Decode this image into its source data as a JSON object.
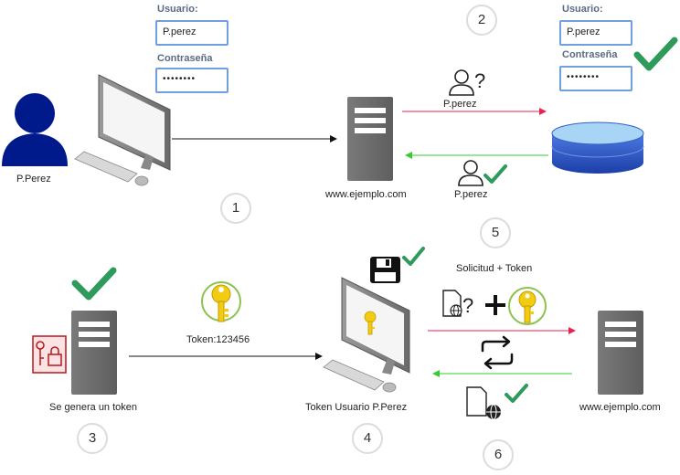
{
  "login_form_1": {
    "user_label": "Usuario:",
    "user_value": "P.perez",
    "pass_label": "Contraseña",
    "pass_value": "••••••••"
  },
  "login_form_2": {
    "user_label": "Usuario:",
    "user_value": "P.perez",
    "pass_label": "Contraseña",
    "pass_value": "••••••••"
  },
  "labels": {
    "user": "P.Perez",
    "server_top": "www.ejemplo.com",
    "query_user": "P.perez",
    "ok_user": "P.perez",
    "token": "Token:123456",
    "token_server": "Se genera un token",
    "client": "Token Usuario P.Perez",
    "server_bottom": "www.ejemplo.com",
    "request": "Solicitud + Token"
  },
  "steps": [
    "1",
    "2",
    "3",
    "4",
    "5",
    "6"
  ],
  "colors": {
    "red_arrow": "#e8214f",
    "green_arrow": "#33cc33",
    "check": "#2e9a5c",
    "field_border": "#6f9fe0",
    "user_icon": "#001a8c",
    "server": "#6e6e6e",
    "db": "#2a56c6",
    "key": "#f2cc12",
    "lock_icon": "#b5181c"
  }
}
